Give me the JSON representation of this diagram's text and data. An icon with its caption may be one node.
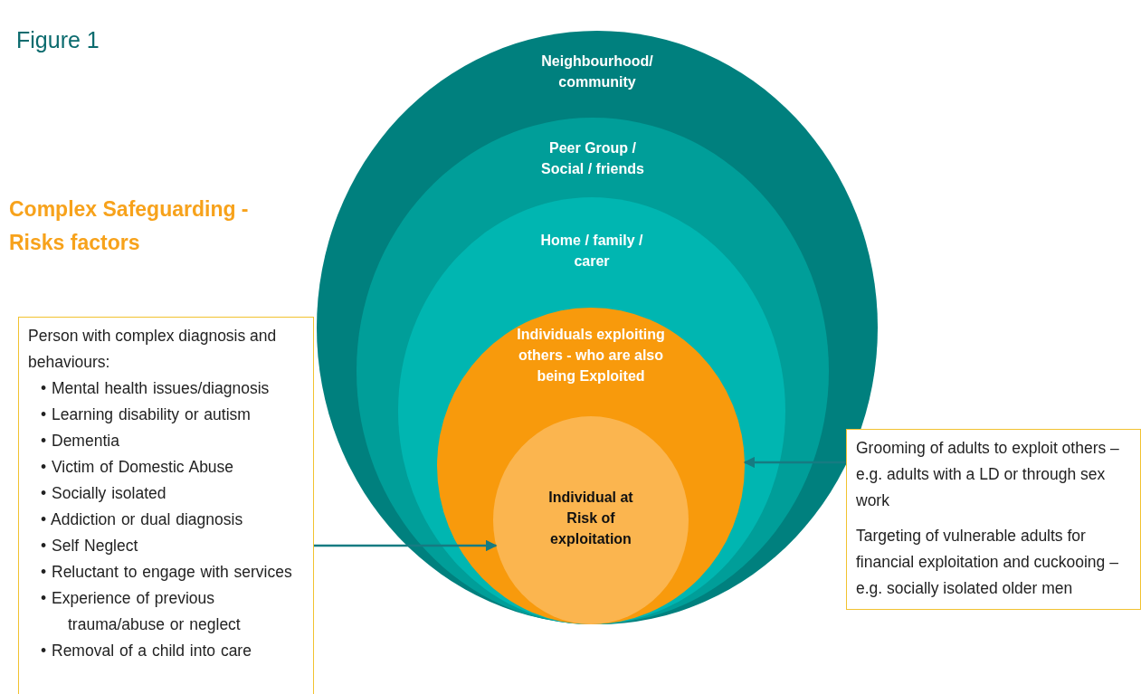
{
  "diagram": {
    "title": "Figure 1",
    "nodes": [
      {
        "text": [
          "Neighbourhood/ community"
        ]
      },
      {
        "text": [
          "Peer Group / Social / friends"
        ],
        "in": 0
      },
      {
        "text": [
          "Home / family / carer"
        ],
        "in": 1
      },
      {
        "text": [
          "Individuals exploiting others  - who are also being Exploited"
        ],
        "in": 2
      },
      {
        "text": [
          "Individual at Risk of exploitation"
        ],
        "in": 3
      },
      {
        "text": [
          "Person with complex diagnosis and behaviours:",
          "• Mental health issues/diagnosis",
          "• Learning disability or autism",
          "• Dementia",
          "• Victim of Domestic Abuse",
          "• Socially isolated",
          "• Addiction or dual diagnosis",
          "• Self Neglect",
          "• Reluctant to engage with services",
          "• Experience of previous trauma/abuse or neglect",
          "• Removal of a child into care"
        ]
      },
      {
        "text": [
          "Grooming of adults to exploit others –e.g. adults with a LD or through sex work",
          "Targeting of vulnerable adults for financial exploitation and cuckooing – e.g. socially isolated older men"
        ]
      }
    ],
    "edges": [
      {
        "from": 5,
        "to": 4,
        "arrow": "to"
      },
      {
        "from": 6,
        "to": 3,
        "arrow": "to"
      }
    ],
    "labels": [
      "Complex Safeguarding - Risks factors"
    ]
  }
}
